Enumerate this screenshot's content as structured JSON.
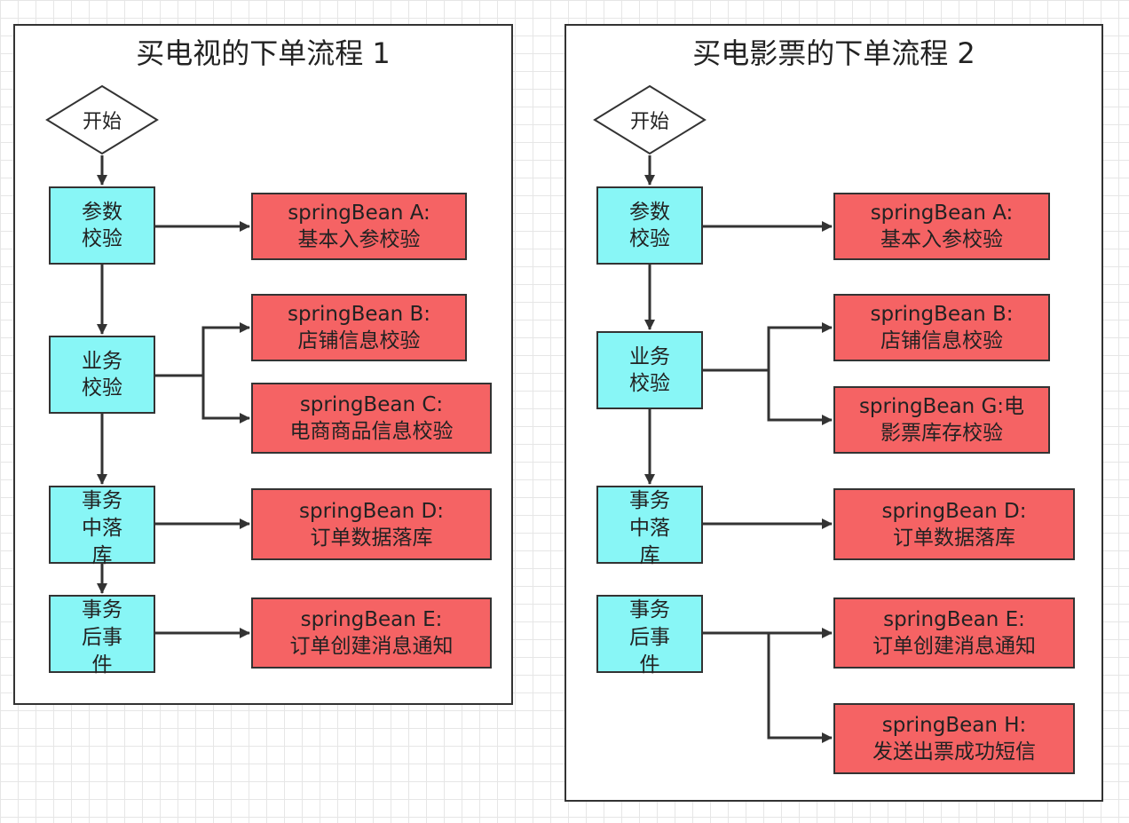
{
  "diagram_1": {
    "title": "买电视的下单流程 1",
    "start": "开始",
    "steps": [
      {
        "line1": "参数",
        "line2": "校验",
        "line3": ""
      },
      {
        "line1": "业务",
        "line2": "校验",
        "line3": ""
      },
      {
        "line1": "事务",
        "line2": "中落",
        "line3": "库"
      },
      {
        "line1": "事务",
        "line2": "后事",
        "line3": "件"
      }
    ],
    "beans": [
      {
        "line1": "springBean A:",
        "line2": "基本入参校验"
      },
      {
        "line1": "springBean B:",
        "line2": "店铺信息校验"
      },
      {
        "line1": "springBean C:",
        "line2": "电商商品信息校验"
      },
      {
        "line1": "springBean D:",
        "line2": "订单数据落库"
      },
      {
        "line1": "springBean E:",
        "line2": "订单创建消息通知"
      }
    ]
  },
  "diagram_2": {
    "title": "买电影票的下单流程 2",
    "start": "开始",
    "steps": [
      {
        "line1": "参数",
        "line2": "校验",
        "line3": ""
      },
      {
        "line1": "业务",
        "line2": "校验",
        "line3": ""
      },
      {
        "line1": "事务",
        "line2": "中落",
        "line3": "库"
      },
      {
        "line1": "事务",
        "line2": "后事",
        "line3": "件"
      }
    ],
    "beans": [
      {
        "line1": "springBean A:",
        "line2": "基本入参校验"
      },
      {
        "line1": "springBean B:",
        "line2": "店铺信息校验"
      },
      {
        "line1": "springBean G:电",
        "line2": "影票库存校验"
      },
      {
        "line1": "springBean D:",
        "line2": "订单数据落库"
      },
      {
        "line1": "springBean E:",
        "line2": "订单创建消息通知"
      },
      {
        "line1": "springBean  H:",
        "line2": "发送出票成功短信"
      }
    ]
  },
  "colors": {
    "step_fill": "#88f6f6",
    "bean_fill": "#f56364",
    "line": "#333333"
  }
}
